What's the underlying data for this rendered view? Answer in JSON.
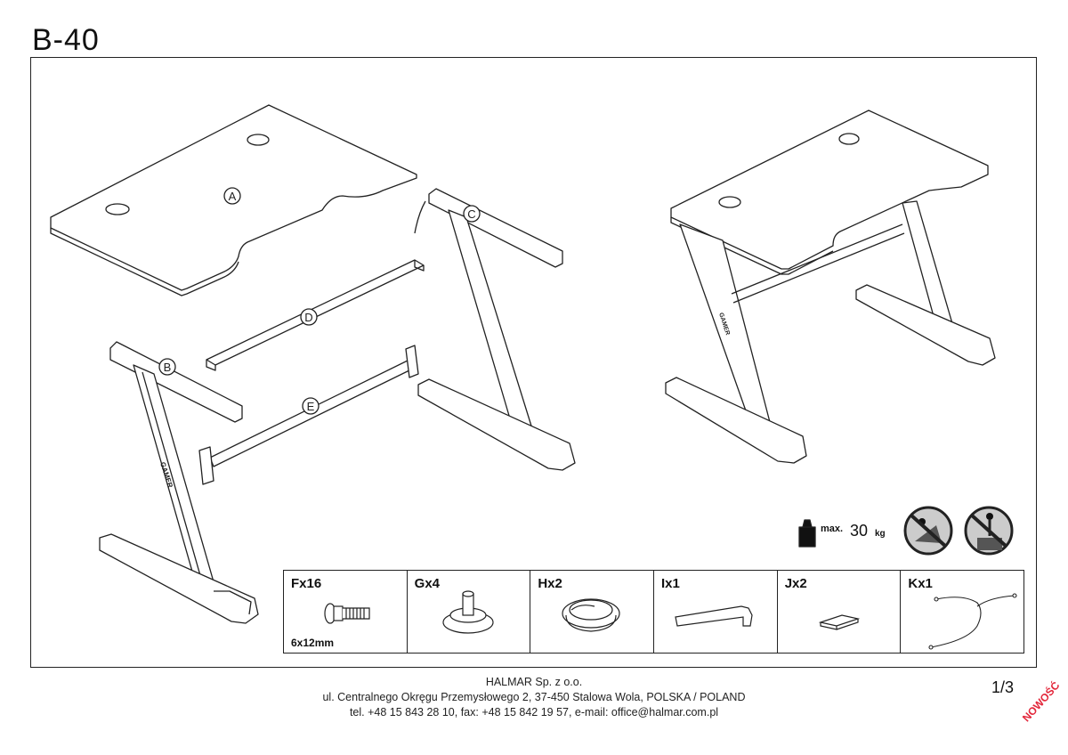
{
  "document": {
    "title": "B-40",
    "page": "1/3",
    "badge": "NOWOŚĆ"
  },
  "parts": {
    "labels": {
      "A": "A",
      "B": "B",
      "C": "C",
      "D": "D",
      "E": "E"
    },
    "gamer_text": "GAMER"
  },
  "max_load": {
    "label": "max.",
    "value": "30",
    "unit": "kg"
  },
  "hardware": [
    {
      "label": "Fx16",
      "size": "6x12mm",
      "icon": "bolt-icon"
    },
    {
      "label": "Gx4",
      "size": "",
      "icon": "leveling-foot-icon"
    },
    {
      "label": "Hx2",
      "size": "",
      "icon": "cable-grommet-icon"
    },
    {
      "label": "Ix1",
      "size": "",
      "icon": "allen-key-icon"
    },
    {
      "label": "Jx2",
      "size": "",
      "icon": "pad-icon"
    },
    {
      "label": "Kx1",
      "size": "",
      "icon": "cable-icon"
    }
  ],
  "footer": {
    "company": "HALMAR Sp. z o.o.",
    "address": "ul. Centralnego Okręgu Przemysłowego 2, 37-450 Stalowa Wola, POLSKA / POLAND",
    "contact": "tel. +48 15 843 28 10, fax: +48 15 842 19 57, e-mail: office@halmar.com.pl"
  }
}
